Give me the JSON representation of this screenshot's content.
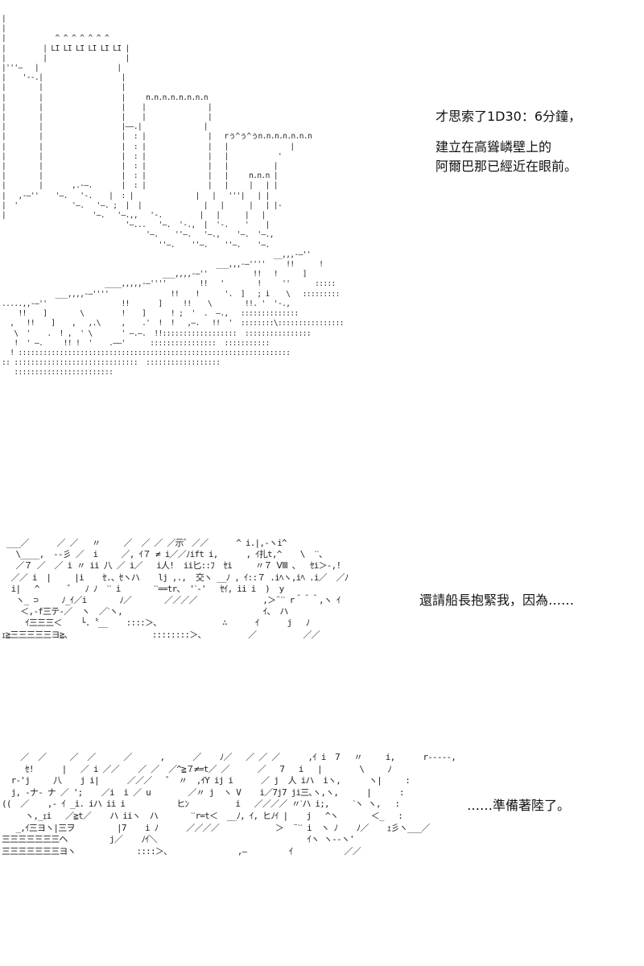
{
  "panels": [
    {
      "ascii_art": [
        "|",
        "|",
        "|            ^ ^ ^ ^ ^ ^ ^",
        "|         | LI LI LI LI LI LI |",
        "|         |                   |",
        "|'''—   |                   |",
        "|    '--.|                   |",
        "|        |                   |",
        "|        |                   |     n.n.n.n.n.n.n.n",
        "|        |                   |    |               |",
        "|        |                   |    |               |",
        "|        |                   |——.|               |",
        "|        |                   |  : |               |   rぅ^ぅ^ぅn.n.n.n.n.n.n",
        "|        |                   |  : |               |   |               |",
        "|        |                   |  : |               |   |            '",
        "|        |                   |  : |               |   |           |",
        "|        |                   |  : |               |   |     n.n.n |",
        "|        |       ,.-—.       |  : |               |   |     |   | |",
        "|   ,-—''    '—.   '-.    |  : |               |   |   '''|   | |",
        "|  '             '—.   '—. ;  |  |               |   |      |   | |-",
        "|                     '—.   '—.,,   '-.         |   |      |   |",
        "                              '—...   '—.  '-.,  |  '-.    '    |",
        "                                   '—.    ''—.   '—.,    '—.  '—.,",
        "                                      ''—.    ''—.    ''—.    '—.",
        "                                                                  __,,,-—''",
        "                                                    ___,,,-—''''     !!      !",
        "                                       ___,,,,-—''           !!   !      ]",
        "                         ____,,,,,-—''''        !!   '        !     ''      :::::",
        "             ___,,,,-—''''               !!    !      '.  ]   ; i    \\   :::::::::",
        ".....,,-—''                  !!       ]     !!    \\        !!. '  '-.,   ",
        "    !!    ]        \\         !    ]      ! ;  '  .  —.,   ::::::::::::::",
        "  ,   !!    ]    ,   ,.\\     ,    .'  !  !   ,—.   !!  '  ::::::::\\::::::::::::::::",
        "   \\  '    .  ! ,  ' \\       ' —.—.  !!::::::::::::::::::  ::::::::::::::::",
        "   !  ' —.     !! !  '    .——'      ::::::::::::::::  :::::::::::",
        "  ! ::::::::::::::::::::::::::::::::::::::::::::::::::::::::::::::::::",
        ":: ::::::::::::::::::::::::::::::  ::::::::::::::::::",
        "   ::::::::::::::::::::::::"
      ],
      "caption": [
        "才思索了1D30：6分鐘，",
        "建立在高聳嶙壁上的",
        "阿爾巴那已經近在眼前。"
      ]
    },
    {
      "ascii_art": [
        " ___／      ／ ／   〃     ／  ／ ／ ／示゛／／      ^ i.|,‐ヽi^",
        "   \\____,  ‐‐彡 ／  i     ／, ｲ７ ≠ i／／ﾉift i,      , ｲ扎t,^    \\  ˋˋ、",
        "   ／７ ／  ／ i 〃 ii 八 ／ i／   i人!  ii匕::ﾌ  ｾi     〃７ Ⅷ ､   ｾi＞-,!",
        "  ／／ i  |     |i    ｾ.、ｾヽハ    lj ,.,  交ヽ __ﾉ , ｲ::７ .iﾍヽ,iﾍ .i／  ／ﾉ",
        "  i|   ^      ゛  ﾉ ﾉ  ˋˋ i       ˋˋ==tr、 'ˋ‐'   ｾｲ, ii i  )  y",
        "   ヽ_ ⊃     ﾉ_ｲ／i       ﾉ／       ／／／／              ,＞¨ˋˋ r＾＾＾,ヽ ｲ",
        "    ＜,‐f三テ-／  ヽ  ／ˋヽ,                              ｲ、 ハ",
        "     ｲ三三三＜    └.〝__    ::::＞、             ∴      ｲ      j   ﾉ",
        "ｪ≧三三三三三ヨ≧、                 ::::::::＞、         ／          ／／"
      ],
      "caption": [
        "還請船長抱緊我，因為……"
      ]
    },
    {
      "ascii_art": [
        "    ／  ／     ／  ／      ／      ,      ／    ﾉ／   ／ ／ ／      ,ｲ i  7   〃     i,      r‐‐‐‐‐,",
        "     ｾ!      |   ／ i ／／    ／ ／  ／^≧７≠=t／ ／      ／   7   i   |        \\     ﾉ",
        "  r‐'j     八    j i|      ／／／   ゛ 〃  ,ｲY ij i      ／ j  人 iハ  iヽ,      ヽ|     :",
        "  j, ‐ナ‐ ナ ／ ';    ／i  i ／ u        ／〃 j  ヽ V    i／7j7 ji三､ヽ,ヽ,      |      :",
        "((  ／    ,‐ ｲ _i. iハ ii i           ヒﾝ          i   ／／／／ 〃ˋハ i;,     ˋヽ ヽ,   :",
        "     ヽ,_ｪi   ／≧t／    ハ iiヽ  ハ       ˋˋr=t＜  __ﾉ, ｲ, ヒﾉｲ |    j   ^ヽ       ＜_   :",
        "   _,ｲ三ヨヽ|三ヲ         |7    i ﾉ      ／／／／            ＞  ¨ˋˋ i  ヽ ﾉ    ﾉ／    ｪ彡ヽ___／",
        "三三三三三三三ヘ         j／    ﾉｲ＼                                ｲヽ ヽ‐‐ヽ'",
        "三三三三三三三ヨヽ             ::::＞、              ,—         ｲ           ／／"
      ],
      "caption": [
        "……準備著陸了。"
      ]
    }
  ]
}
